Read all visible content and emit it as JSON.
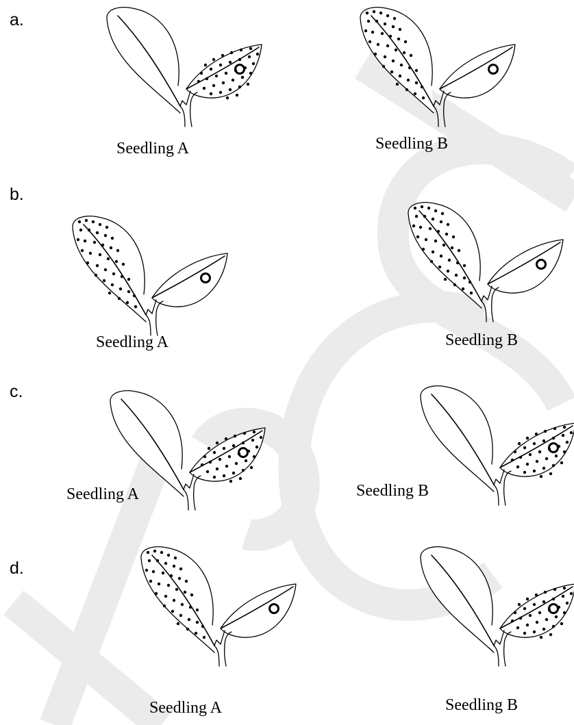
{
  "options": [
    {
      "label": "a.",
      "seedlings": [
        {
          "caption": "Seedling A",
          "dots_left": false,
          "dots_right": true,
          "circle_in_dots": true
        },
        {
          "caption": "Seedling B",
          "dots_left": true,
          "dots_right": false,
          "circle_in_dots": false
        }
      ]
    },
    {
      "label": "b.",
      "seedlings": [
        {
          "caption": "Seedling A",
          "dots_left": true,
          "dots_right": false,
          "circle_in_dots": false
        },
        {
          "caption": "Seedling B",
          "dots_left": true,
          "dots_right": false,
          "circle_in_dots": false
        }
      ]
    },
    {
      "label": "c.",
      "seedlings": [
        {
          "caption": "Seedling A",
          "dots_left": false,
          "dots_right": true,
          "circle_in_dots": true
        },
        {
          "caption": "Seedling B",
          "dots_left": false,
          "dots_right": true,
          "circle_in_dots": true
        }
      ]
    },
    {
      "label": "d.",
      "seedlings": [
        {
          "caption": "Seedling A",
          "dots_left": true,
          "dots_right": false,
          "circle_in_dots": false
        },
        {
          "caption": "Seedling B",
          "dots_left": false,
          "dots_right": true,
          "circle_in_dots": true
        }
      ]
    }
  ],
  "colors": {
    "ink": "#000000",
    "watermark": "#ebebeb"
  }
}
